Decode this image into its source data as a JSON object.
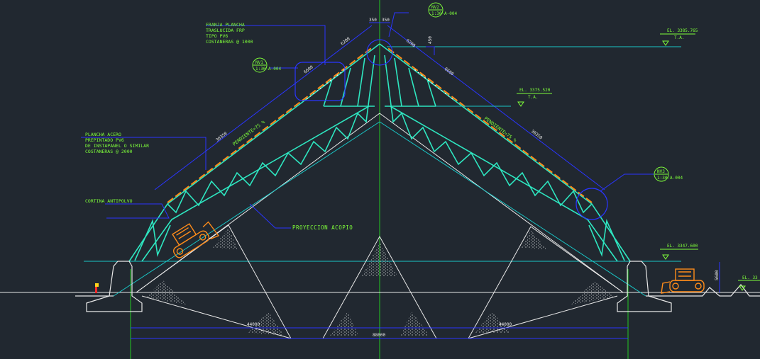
{
  "colors": {
    "background": "#212830",
    "truss": "#2ee6c0",
    "dimension": "#2a35ff",
    "annotation": "#7fff3a",
    "ground": "#e8e8e8",
    "equipment": "#ff8c1a",
    "axis": "#22c822",
    "cyan_line": "#19c6c6"
  },
  "labels": {
    "franja_1": "FRANJA PLANCHA",
    "franja_2": "TRASLUCIDA FRP",
    "franja_3": "TIPO PV6",
    "franja_4": "COSTANERAS @ 1000",
    "plancha_1": "PLANCHA ACERO",
    "plancha_2": "PREPINTADO PV6",
    "plancha_3": "DE INSTAPANEL O SIMILAR",
    "plancha_4": "COSTANERAS @ 2000",
    "cortina": "CORTINA ANTIPOLVO",
    "proyeccion": "PROYECCION ACOPIO"
  },
  "details": [
    {
      "id": "NV1",
      "ref": "1:30-A-004"
    },
    {
      "id": "NV2",
      "ref": "1:30-A-004"
    },
    {
      "id": "NV3",
      "ref": "1:30-A-004"
    }
  ],
  "elevations": {
    "top": "EL. 3385.765",
    "top_sub": "T.A.",
    "mid": "EL. 3375.520",
    "mid_sub": "T.A.",
    "base": "EL. 3347.600",
    "right_cut": "EL. 33"
  },
  "dimensions": {
    "apex_left": "350",
    "apex_right": "350",
    "seg_6200_left": "6200",
    "seg_6200_right": "6200",
    "seg_6600_left": "6600",
    "seg_6600_right": "6600",
    "rise_450": "450",
    "slope_left": "30350",
    "slope_right": "30350",
    "pendiente_left": "PENDIENTE=75 %",
    "pendiente_right": "PENDIENTE=75 %",
    "span_left": "44000",
    "span_right": "44000",
    "span_total": "88000",
    "wall_height": "5600"
  }
}
